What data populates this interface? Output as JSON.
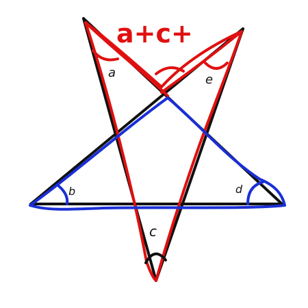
{
  "colors": {
    "black": "#111111",
    "red": "#e01010",
    "blue": "#1a2fd6",
    "background": "#ffffff"
  },
  "star": {
    "angle_labels": {
      "a": "a",
      "b": "b",
      "c": "c",
      "d": "d",
      "e": "e"
    },
    "sum_text": "a+c+"
  }
}
